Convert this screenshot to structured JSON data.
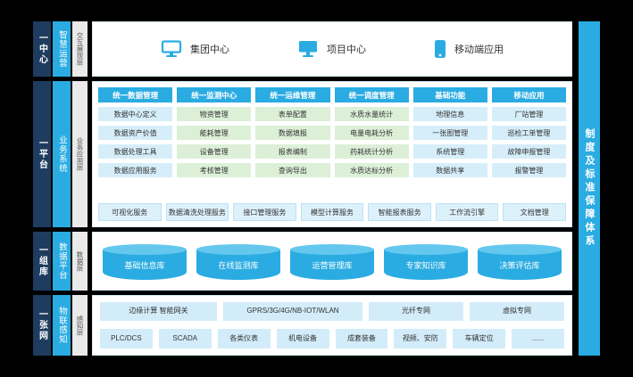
{
  "palette": {
    "navy": "#1e3c5f",
    "accent_blue": "#2aace2",
    "band_gray": "#eaeaea",
    "item_blue": "#d6eef9",
    "item_green": "#dcf0d8",
    "box_blue": "#d3ecf9",
    "cylinder_top": "#64c7ee"
  },
  "right_bar": {
    "label": "制度及标准保障体系"
  },
  "layer1": {
    "band1": "一中心",
    "band2": "智慧运营",
    "band3": "交互展现层",
    "centers": [
      {
        "label": "集团中心",
        "icon": "desktop-icon"
      },
      {
        "label": "项目中心",
        "icon": "desktop-icon"
      },
      {
        "label": "移动端应用",
        "icon": "mobile-icon"
      }
    ]
  },
  "layer2": {
    "band1": "一平台",
    "band2": "业务系统",
    "band3": "业务应用层",
    "modules": [
      {
        "title": "统一数据管理",
        "tint": "blue",
        "items": [
          "数据中心定义",
          "数据资产价值",
          "数据处理工具",
          "数据应用服务"
        ]
      },
      {
        "title": "统一监测中心",
        "tint": "green",
        "items": [
          "物资管理",
          "能耗管理",
          "设备管理",
          "考核管理"
        ]
      },
      {
        "title": "统一运维管理",
        "tint": "green",
        "items": [
          "表单配置",
          "数据填报",
          "报表编制",
          "查询导出"
        ]
      },
      {
        "title": "统一调度管理",
        "tint": "green",
        "items": [
          "水质水量统计",
          "电量电耗分析",
          "药耗统计分析",
          "水质达标分析"
        ]
      },
      {
        "title": "基础功能",
        "tint": "blue",
        "items": [
          "地理信息",
          "一张图管理",
          "系统管理",
          "数据共享"
        ]
      },
      {
        "title": "移动应用",
        "tint": "blue",
        "items": [
          "厂站管理",
          "巡检工单管理",
          "故障申报管理",
          "报警管理"
        ]
      }
    ],
    "services": [
      "可视化服务",
      "数据清洗处理服务",
      "接口管理服务",
      "模型计算服务",
      "智能报表服务",
      "工作流引擎",
      "文档管理"
    ]
  },
  "layer3": {
    "band1": "一组库",
    "band2": "数据平台",
    "band3": "数据层",
    "databases": [
      "基础信息库",
      "在线监测库",
      "运营管理库",
      "专家知识库",
      "决策评估库"
    ]
  },
  "layer4": {
    "band1": "一张网",
    "band2": "物联感知",
    "band3": "感知层",
    "network_row": [
      "边缘计算 智能网关",
      "GPRS/3G/4G/NB-IOT/WLAN",
      "光纤专网",
      "虚拟专网"
    ],
    "device_row": [
      "PLC/DCS",
      "SCADA",
      "各类仪表",
      "机电设备",
      "成套装备",
      "视频、安防",
      "车辆定位",
      "......"
    ]
  }
}
